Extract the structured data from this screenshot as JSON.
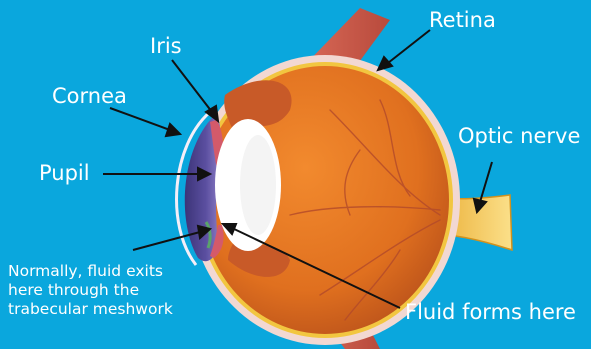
{
  "diagram": {
    "labels": {
      "retina": "Retina",
      "iris": "Iris",
      "cornea": "Cornea",
      "pupil": "Pupil",
      "optic_nerve": "Optic nerve",
      "fluid_forms": "Fluid forms here",
      "fluid_exits_lines": [
        "Normally, fluid exits",
        "here through the",
        "trabecular meshwork"
      ]
    },
    "colors": {
      "background": "#0aa7dd",
      "label_text": "#ffffff",
      "leader_line": "#111111",
      "eyeball": "#e0701f",
      "retina_layer": "#f2c640",
      "sclera_rim": "#f2d8d2",
      "cornea": "#5b4fa0",
      "lens": "#ffffff",
      "optic_nerve": "#f5c84a",
      "muscle": "#c85a4a"
    }
  }
}
